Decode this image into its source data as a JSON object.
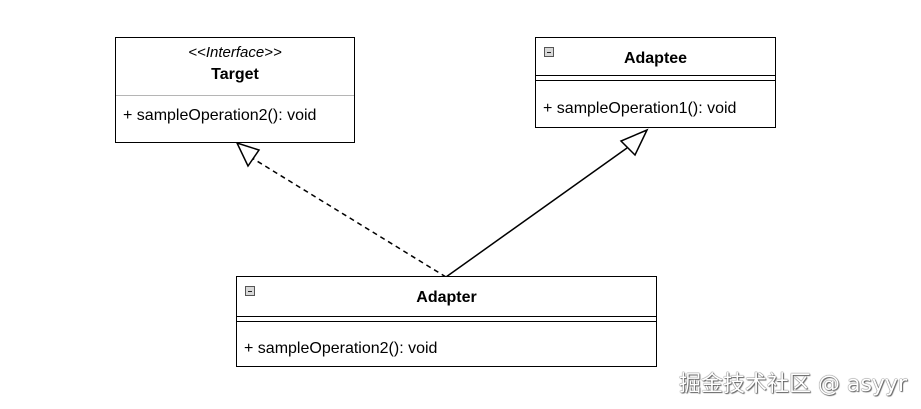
{
  "classes": {
    "target": {
      "stereotype": "<<Interface>>",
      "name": "Target",
      "operations": [
        "+ sampleOperation2(): void"
      ]
    },
    "adaptee": {
      "name": "Adaptee",
      "operations": [
        "+ sampleOperation1(): void"
      ]
    },
    "adapter": {
      "name": "Adapter",
      "operations": [
        "+ sampleOperation2(): void"
      ]
    }
  },
  "relations": [
    {
      "from": "Adapter",
      "to": "Target",
      "type": "realization",
      "line": "dashed"
    },
    {
      "from": "Adapter",
      "to": "Adaptee",
      "type": "inheritance",
      "line": "solid"
    }
  ],
  "watermark": "掘金技术社区 @ asyyr",
  "colors": {
    "line": "#000000",
    "background": "#ffffff",
    "collapse_icon": "#d8d8d8"
  }
}
